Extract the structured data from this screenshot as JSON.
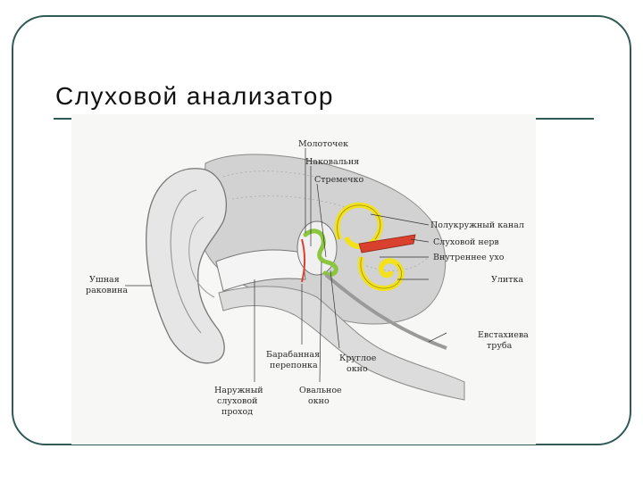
{
  "slide": {
    "title": "Слуховой анализатор"
  },
  "diagram": {
    "labels": {
      "malleus": "Молоточек",
      "incus": "Наковальня",
      "stapes": "Стремечко",
      "semicircular_canal": "Полукружный канал",
      "auditory_nerve": "Слуховой нерв",
      "inner_ear": "Внутреннее ухо",
      "cochlea": "Улитка",
      "auricle_1": "Ушная",
      "auricle_2": "раковина",
      "eustachian_1": "Евстахиева",
      "eustachian_2": "труба",
      "eardrum_1": "Барабанная",
      "eardrum_2": "перепонка",
      "round_window_1": "Круглое",
      "round_window_2": "окно",
      "oval_window_1": "Овальное",
      "oval_window_2": "окно",
      "ear_canal_1": "Наружный",
      "ear_canal_2": "слуховой",
      "ear_canal_3": "проход"
    },
    "colors": {
      "ossicles": "#8cc63f",
      "labyrinth": "#f2e11c",
      "nerve": "#d9402e",
      "bone": "#c9c9c9",
      "skin": "#e4e4e4",
      "frame": "#2f5a56"
    }
  }
}
